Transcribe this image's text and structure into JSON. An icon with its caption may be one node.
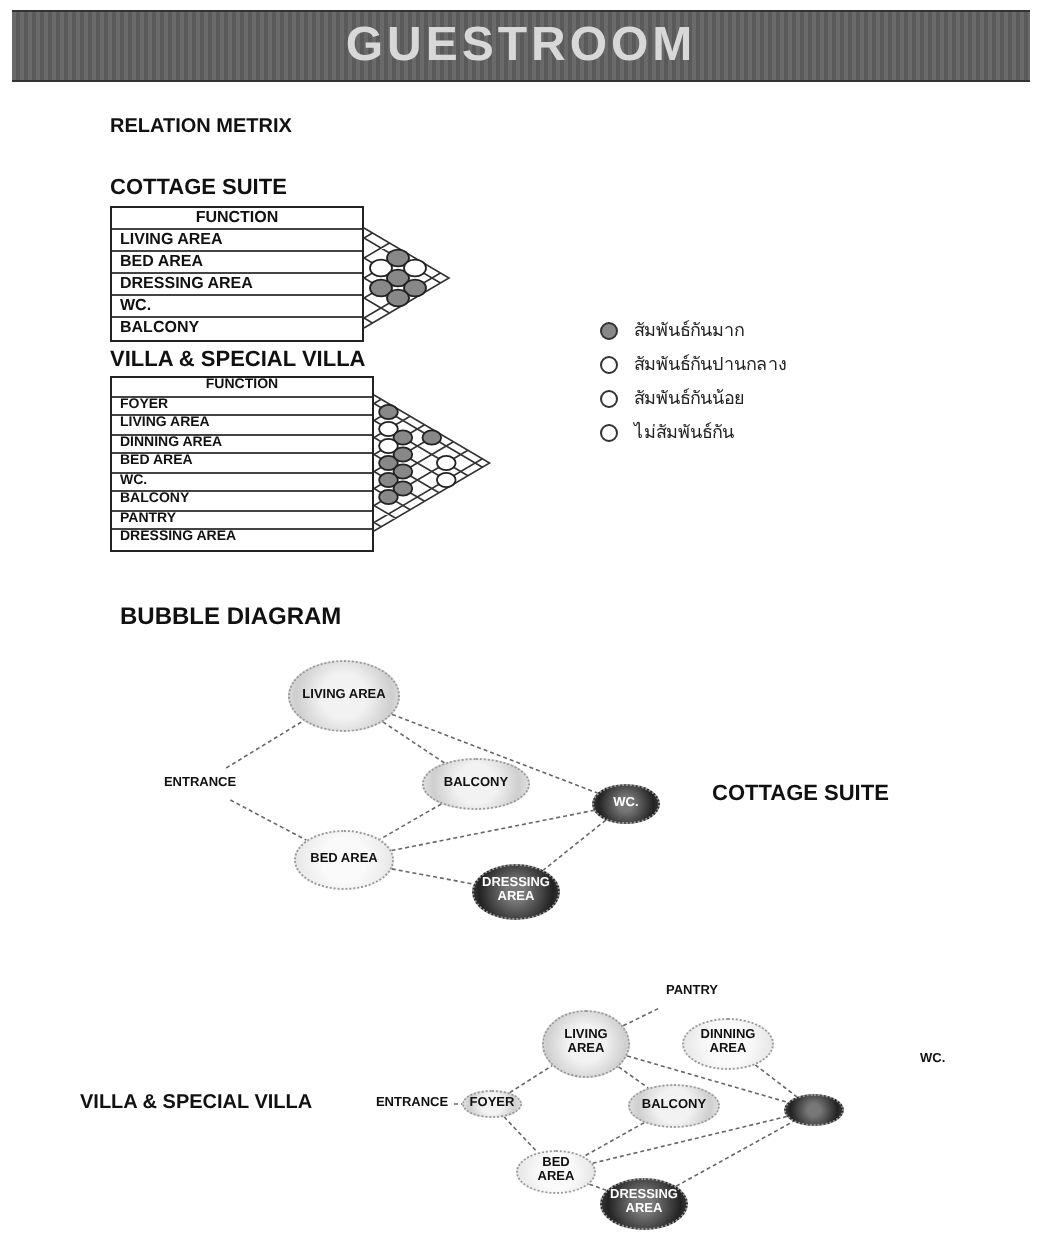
{
  "diagram": {
    "title": "GUESTROOM",
    "nodes": [
      {
        "text": [
          "LIVING AREA"
        ]
      },
      {
        "text": [
          "BALCONY"
        ]
      },
      {
        "text": [
          "ENTRANCE"
        ]
      },
      {
        "text": [
          "BED AREA"
        ]
      },
      {
        "text": [
          "WC."
        ]
      },
      {
        "text": [
          "DRESSING AREA"
        ]
      },
      {
        "text": [
          "PANTRY"
        ]
      },
      {
        "text": [
          "DINNING AREA"
        ]
      },
      {
        "text": [
          "LIVING AREA"
        ]
      },
      {
        "text": [
          "ENTRANCE"
        ]
      },
      {
        "text": [
          "FOYER"
        ]
      },
      {
        "text": [
          "BALCONY"
        ]
      },
      {
        "text": [
          "BED AREA"
        ]
      },
      {
        "text": [],
        "shape": "circle"
      },
      {
        "text": [
          "DRESSING AREA"
        ]
      }
    ],
    "edges": [
      {
        "from": 2,
        "to": 0,
        "arrow": "none"
      },
      {
        "from": 2,
        "to": 3,
        "arrow": "none"
      },
      {
        "from": 0,
        "to": 1,
        "arrow": "none"
      },
      {
        "from": 0,
        "to": 4,
        "arrow": "none"
      },
      {
        "from": 1,
        "to": 3,
        "arrow": "none"
      },
      {
        "from": 3,
        "to": 4,
        "arrow": "none"
      },
      {
        "from": 3,
        "to": 5,
        "arrow": "none"
      },
      {
        "from": 4,
        "to": 5,
        "arrow": "none"
      },
      {
        "from": 9,
        "to": 10,
        "arrow": "none"
      },
      {
        "from": 10,
        "to": 8,
        "arrow": "none"
      },
      {
        "from": 10,
        "to": 12,
        "arrow": "none"
      },
      {
        "from": 8,
        "to": 6,
        "arrow": "none"
      },
      {
        "from": 8,
        "to": 11,
        "arrow": "none"
      },
      {
        "from": 8,
        "to": 13,
        "arrow": "none"
      },
      {
        "from": 7,
        "to": 13,
        "arrow": "none"
      },
      {
        "from": 11,
        "to": 12,
        "arrow": "none"
      },
      {
        "from": 12,
        "to": 13,
        "arrow": "none"
      },
      {
        "from": 12,
        "to": 14,
        "arrow": "none"
      },
      {
        "from": 14,
        "to": 13,
        "arrow": "none"
      }
    ],
    "labels": [
      "RELATION METRIX",
      "COTTAGE SUITE",
      "FUNCTION",
      "LIVING AREA",
      "BED AREA",
      "DRESSING AREA",
      "WC.",
      "BALCONY",
      "VILLA & SPECIAL VILLA",
      "FUNCTION",
      "FOYER",
      "LIVING AREA",
      "DINNING AREA",
      "BED AREA",
      "WC.",
      "BALCONY",
      "PANTRY",
      "DRESSING AREA",
      "BUBBLE DIAGRAM",
      "COTTAGE SUITE",
      "VILLA & SPECIAL VILLA",
      "WC."
    ],
    "legend": [
      {
        "text": "สัมพันธ์กันมาก"
      },
      {
        "text": "สัมพันธ์กันปานกลาง"
      },
      {
        "text": "สัมพันธ์กันน้อย"
      },
      {
        "text": "ไม่สัมพันธ์กัน"
      }
    ]
  }
}
